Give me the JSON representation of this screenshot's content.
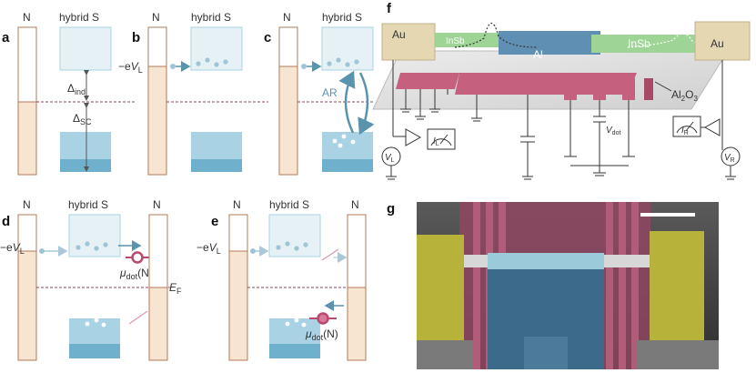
{
  "panel_labels": {
    "a": "a",
    "b": "b",
    "c": "c",
    "d": "d",
    "e": "e",
    "f": "f",
    "g": "g"
  },
  "text": {
    "N": "N",
    "hybrid_s": "hybrid S",
    "delta": "Δ",
    "ind": "ind",
    "sc": "SC",
    "minus_e": "−e",
    "V": "V",
    "L": "L",
    "R": "R",
    "AR": "AR",
    "mu": "μ",
    "dot": "dot",
    "N_paren": "(N)",
    "E": "E",
    "F": "F",
    "Au": "Au",
    "InSb": "InSb",
    "Al": "Al",
    "Al2O3_base": "Al",
    "Al2O3_sub1": "2",
    "Al2O3_mid": "O",
    "Al2O3_sub2": "3",
    "I": "I"
  },
  "colors": {
    "lead_fill": "#f7e4d1",
    "lead_stroke": "#b07a5a",
    "gap_top": "#e6f1f5",
    "gap_bottom": "#a9d3e5",
    "gap_dark": "#6fb0cc",
    "particle": "#9ec5d6",
    "dot_color": "#b94a6c",
    "arrow_blue": "#5a93ad",
    "gate_pink": "#c6607f",
    "au_fill": "#e6d7b3",
    "insb_green": "#9fd497",
    "al_blue": "#5f8fb3"
  }
}
